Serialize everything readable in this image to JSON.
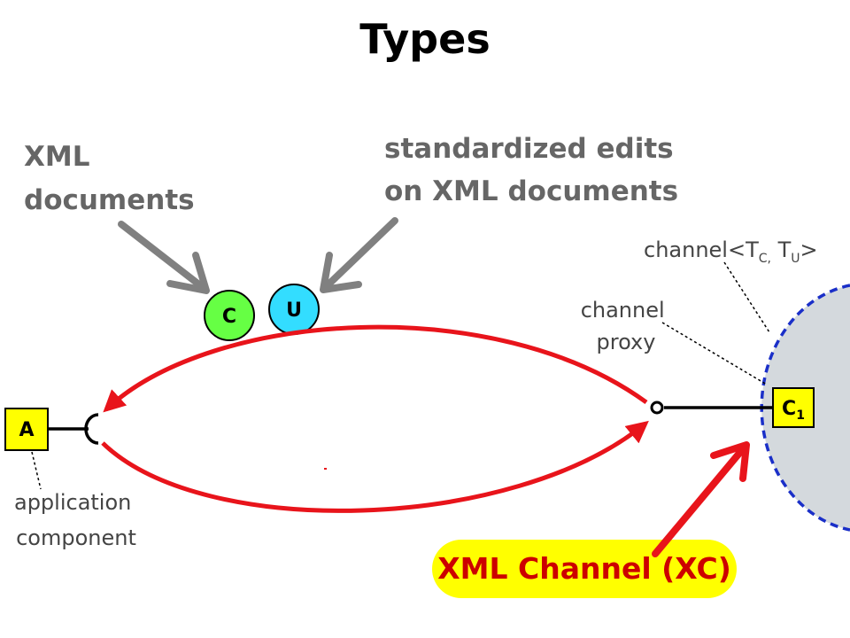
{
  "title": "Types",
  "labels": {
    "xml_documents": [
      "XML",
      "documents"
    ],
    "standardized_edits": [
      "standardized edits",
      "on XML documents"
    ],
    "channel_type": {
      "prefix": "channel<T",
      "sub_c": "C,",
      "mid": " T",
      "sub_u": "U",
      "suffix": ">"
    },
    "channel_proxy": [
      "channel",
      "proxy"
    ],
    "application_component": [
      "application",
      "component"
    ],
    "xml_channel": "XML Channel (XC)"
  },
  "nodes": {
    "c": "C",
    "u": "U",
    "a": "A",
    "c1": {
      "main": "C",
      "sub": "1"
    }
  },
  "colors": {
    "red": "#e8141b",
    "gray_arrow": "#808080",
    "green_node": "#66ff44",
    "cyan_node": "#33ddff",
    "yellow": "#ffff00",
    "region_fill": "#d4d9dd",
    "region_border": "#1a2fc8"
  }
}
